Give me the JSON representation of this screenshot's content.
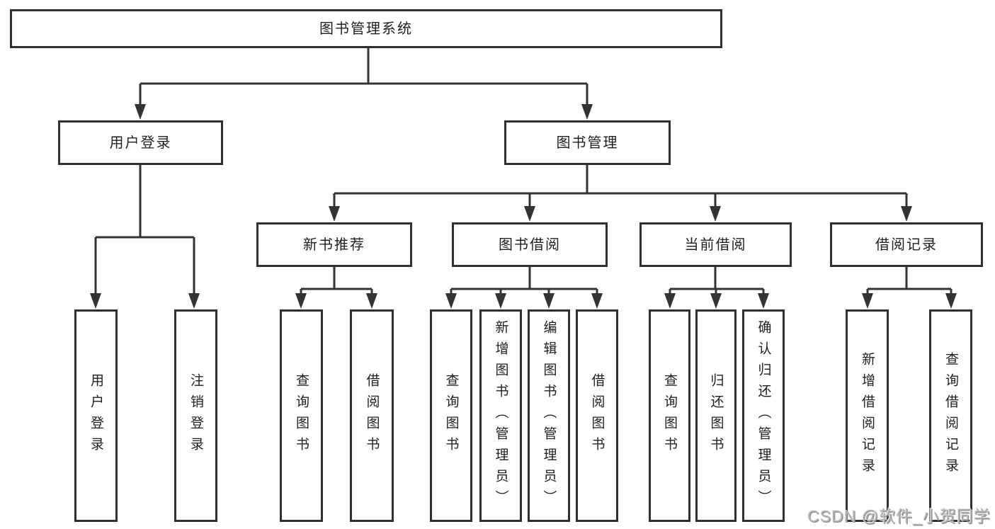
{
  "diagram": {
    "type": "hierarchy",
    "root": {
      "label": "图书管理系统"
    },
    "level2": [
      {
        "label": "用户登录"
      },
      {
        "label": "图书管理"
      }
    ],
    "level3": [
      {
        "label": "新书推荐",
        "parent": "图书管理"
      },
      {
        "label": "图书借阅",
        "parent": "图书管理"
      },
      {
        "label": "当前借阅",
        "parent": "图书管理"
      },
      {
        "label": "借阅记录",
        "parent": "图书管理"
      }
    ],
    "leaves": [
      {
        "label": "用户登录",
        "parent": "用户登录"
      },
      {
        "label": "注销登录",
        "parent": "用户登录"
      },
      {
        "label": "查询图书",
        "parent": "新书推荐"
      },
      {
        "label": "借阅图书",
        "parent": "新书推荐"
      },
      {
        "label": "查询图书",
        "parent": "图书借阅"
      },
      {
        "label": "新增图书（管理员）",
        "parent": "图书借阅"
      },
      {
        "label": "编辑图书（管理员）",
        "parent": "图书借阅"
      },
      {
        "label": "借阅图书",
        "parent": "图书借阅"
      },
      {
        "label": "查询图书",
        "parent": "当前借阅"
      },
      {
        "label": "归还图书",
        "parent": "当前借阅"
      },
      {
        "label": "确认归还（管理员）",
        "parent": "当前借阅"
      },
      {
        "label": "新增借阅记录",
        "parent": "借阅记录"
      },
      {
        "label": "查询借阅记录",
        "parent": "借阅记录"
      }
    ]
  },
  "watermark": {
    "text": "CSDN @软件_小贺同学"
  },
  "colors": {
    "line": "#333333",
    "box_border": "#2f2f2f",
    "box_fill": "#ffffff",
    "text": "#1f1f1f",
    "watermark": "#aeaeae",
    "background": "#ffffff"
  }
}
